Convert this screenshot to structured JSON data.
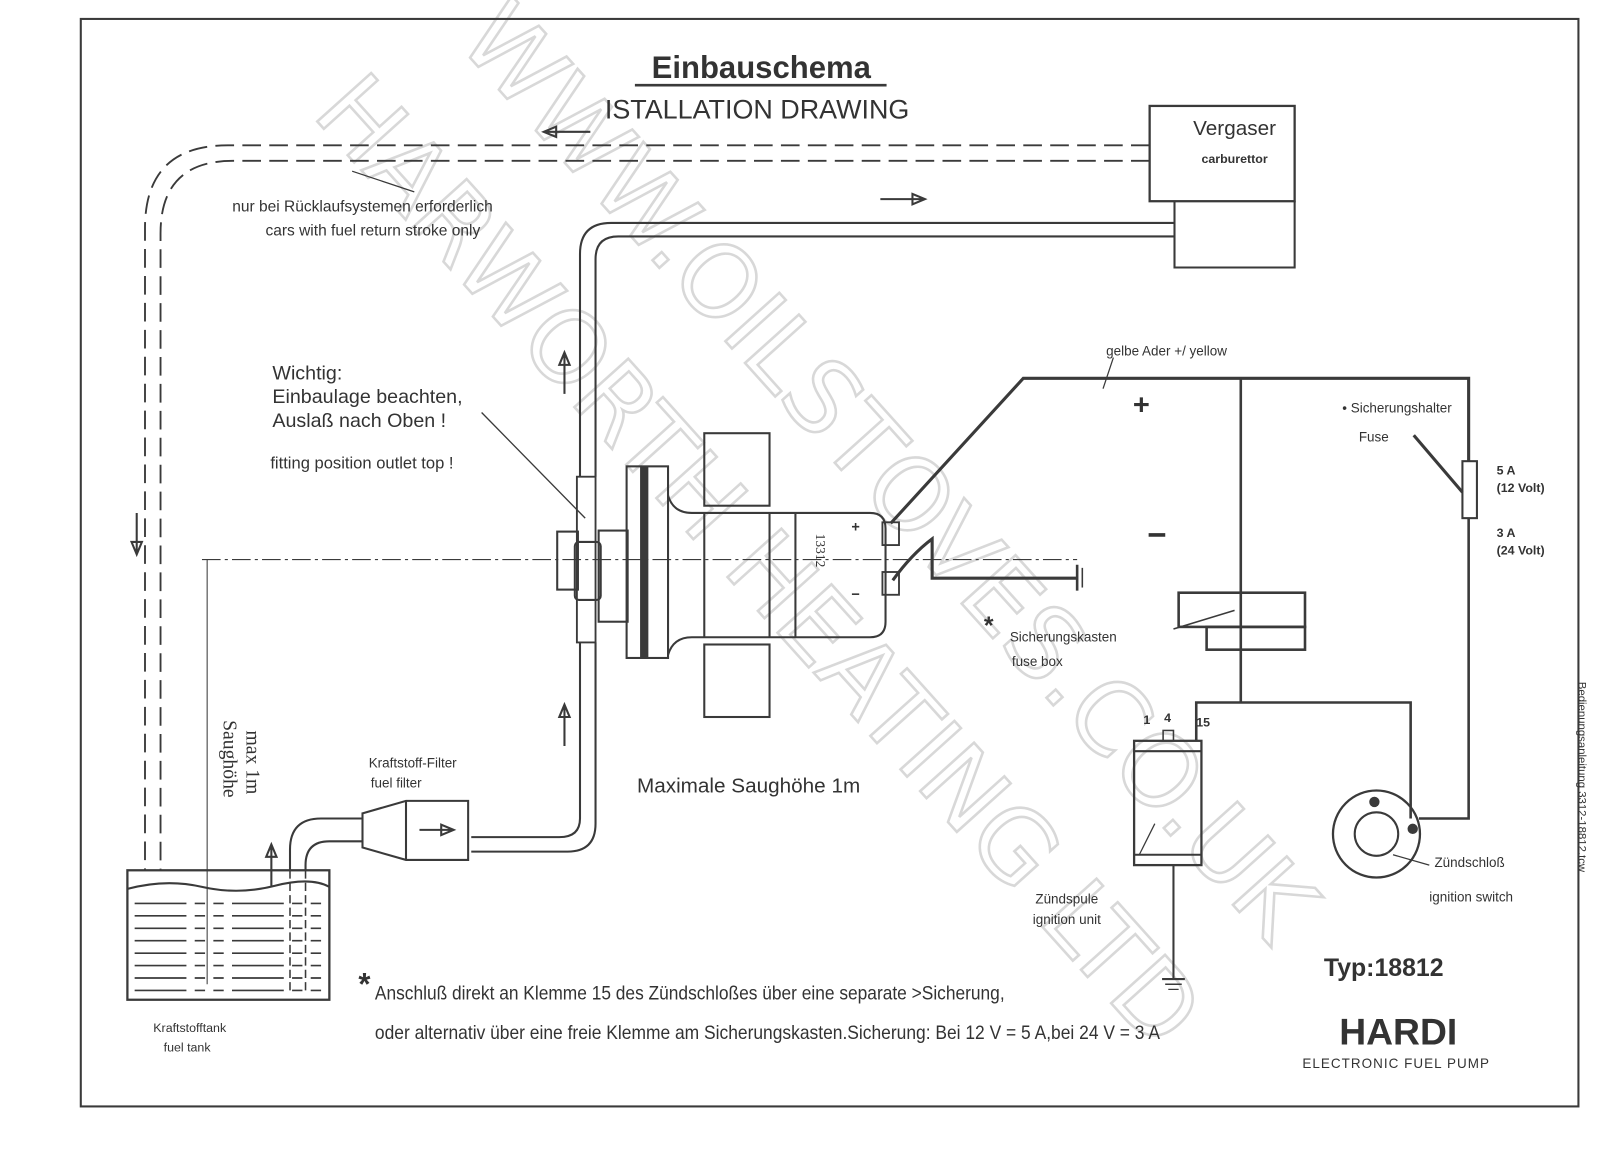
{
  "title": {
    "main": "Einbauschema",
    "sub": "ISTALLATION DRAWING"
  },
  "watermark": {
    "line1": "WWW.OILSTOVES.CO.UK",
    "line2": "HARWORTH HEATING LTD"
  },
  "carburettor": {
    "label_de": "Vergaser",
    "label_en": "carburettor"
  },
  "return_line_note": {
    "de": "nur bei Rücklaufsystemen erforderlich",
    "en": "cars with fuel return stroke only"
  },
  "important_note": {
    "line1": "Wichtig:",
    "line2": "Einbaulage beachten,",
    "line3": "Auslaß nach Oben !",
    "en": "fitting position outlet top !"
  },
  "pump": {
    "model_number": "13312",
    "plus_terminal": "+",
    "minus_terminal": "−"
  },
  "wiring": {
    "yellow_wire_label": "gelbe Ader +/ yellow",
    "plus_symbol": "+",
    "minus_symbol": "−",
    "fuse_holder_label": "• Sicherungshalter",
    "fuse_label": "Fuse",
    "fuse_12v": "5 A",
    "fuse_12v_sub": "(12 Volt)",
    "fuse_24v": "3 A",
    "fuse_24v_sub": "(24 Volt)",
    "fuse_box_star": "*",
    "fuse_box_de": "Sicherungskasten",
    "fuse_box_en": "fuse box"
  },
  "ignition_coil": {
    "terminal_1": "1",
    "terminal_4": "4",
    "terminal_15": "15",
    "label_de": "Zündspule",
    "label_en": "ignition unit"
  },
  "ignition_switch": {
    "label_de": "Zündschloß",
    "label_en": "ignition switch"
  },
  "suction": {
    "max_height_vertical_line1": "max 1m",
    "max_height_vertical_line2": "Saughöhe",
    "max_height_label": "Maximale Saughöhe 1m"
  },
  "filter": {
    "label_de": "Kraftstoff-Filter",
    "label_en": "fuel filter"
  },
  "tank": {
    "label_de": "Kraftstofftank",
    "label_en": "fuel tank"
  },
  "footnote": {
    "star": "*",
    "line1": "Anschluß direkt an Klemme 15 des Zündschloßes über eine separate >Sicherung,",
    "line2": "oder alternativ über eine freie Klemme am Sicherungskasten.Sicherung: Bei 12 V = 5 A,bei 24 V = 3 A"
  },
  "product": {
    "type": "Typ:18812",
    "brand": "HARDI",
    "tagline": "ELECTRONIC FUEL PUMP"
  },
  "side_reference": "Bedienungsanleitung 3312-18812.tcw"
}
